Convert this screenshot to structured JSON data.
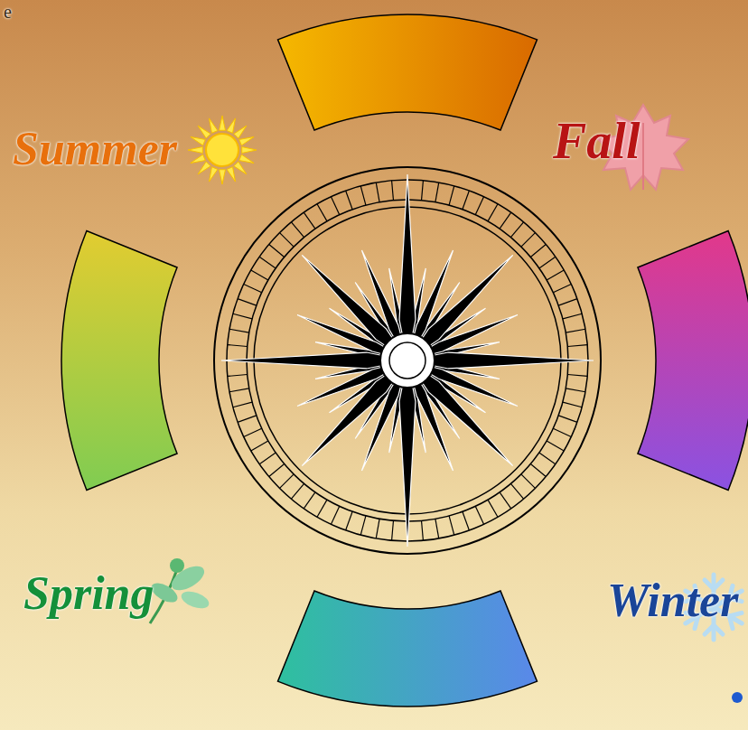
{
  "diagram": {
    "labels": [
      "e",
      "Summer",
      "Fall",
      "Spring",
      "Winter"
    ]
  }
}
